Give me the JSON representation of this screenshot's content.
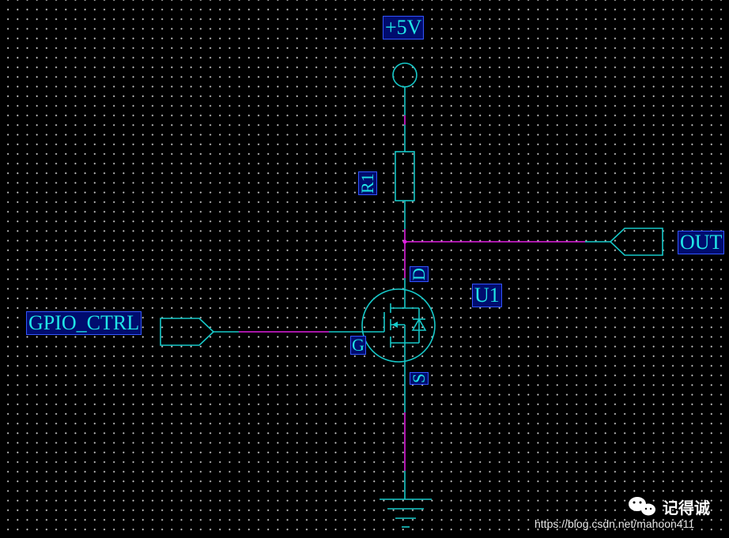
{
  "labels": {
    "vcc": "+5V",
    "resistor": "R1",
    "out": "OUT",
    "gpio": "GPIO_CTRL",
    "mosfet": "U1",
    "drain": "D",
    "gate": "G",
    "source": "S"
  },
  "watermark": {
    "icon": "wechat-icon",
    "name": "记得诚",
    "url": "https://blog.csdn.net/mahoon411"
  },
  "colors": {
    "background": "#000000",
    "wire_cyan": "#16c9c9",
    "wire_magenta": "#e01fe0",
    "label_text": "#20e6e6",
    "label_bg": "#000c6e"
  }
}
